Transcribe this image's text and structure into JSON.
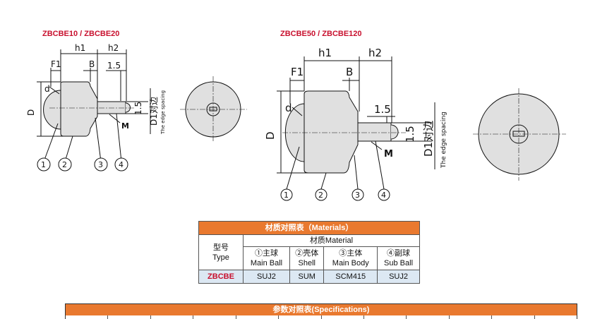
{
  "diagram_small": {
    "title": "ZBCBE10 / ZBCBE20",
    "dims": {
      "h1": "h1",
      "h2": "h2",
      "F1": "F1",
      "B": "B",
      "d": "d",
      "D": "D",
      "D1": "D1对边",
      "edge": "The edge spacing",
      "v15a": "1.5",
      "v15b": "1.5",
      "M": "M"
    },
    "parts": [
      "1",
      "2",
      "3",
      "4"
    ]
  },
  "diagram_large": {
    "title": "ZBCBE50 / ZBCBE120",
    "dims": {
      "h1": "h1",
      "h2": "h2",
      "F1": "F1",
      "B": "B",
      "d": "d",
      "D": "D",
      "D1": "D1对边",
      "edge": "The edge spacing",
      "v15a": "1.5",
      "v15b": "1.5",
      "M": "M"
    },
    "parts": [
      "1",
      "2",
      "3",
      "4"
    ]
  },
  "materials": {
    "title": "材质对照表（Materials）",
    "type_cn": "型号",
    "type_en": "Type",
    "material_header": "材质Material",
    "columns": [
      {
        "cn": "①主球",
        "en": "Main Ball"
      },
      {
        "cn": "②壳体",
        "en": "Shell"
      },
      {
        "cn": "③主体",
        "en": "Main Body"
      },
      {
        "cn": "④副球",
        "en": "Sub Ball"
      }
    ],
    "row": {
      "type": "ZBCBE",
      "values": [
        "SUJ2",
        "SUM",
        "SCM415",
        "SUJ2"
      ]
    }
  },
  "specifications": {
    "title": "参数对照表(Specifications)"
  },
  "colors": {
    "accent": "#e9792f",
    "title_red": "#c8102e",
    "row_blue": "#dce8f3",
    "part_gray": "#e0e0e0"
  }
}
